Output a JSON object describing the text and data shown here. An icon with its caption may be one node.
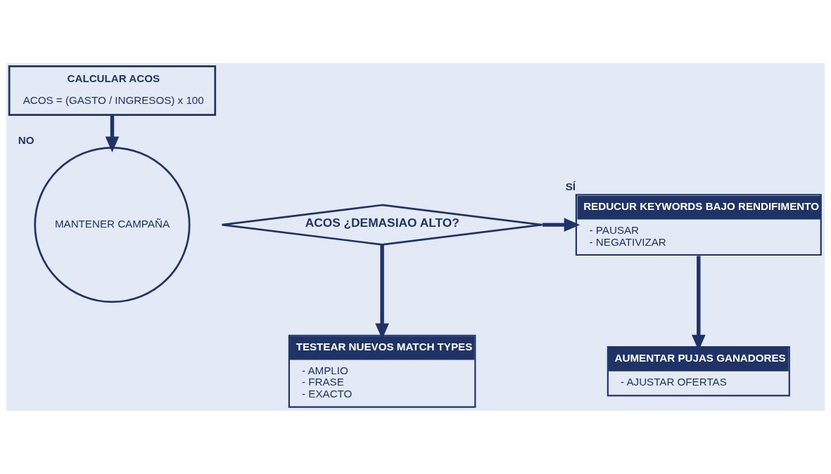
{
  "diagram": {
    "nodes": [
      {
        "text": [
          "CALCULAR ACOS",
          "ACOS = (GASTO / INGRESOS) x 100"
        ]
      },
      {
        "text": [
          "MANTENER CAMPAÑA"
        ],
        "beside": [
          "NO"
        ]
      },
      {
        "text": [
          "ACOS ¿DEMASIAO ALTO?"
        ]
      },
      {
        "text": [
          "REDUCUR KEYWORDS BAJO RENDIFIMENTO",
          "- PAUSAR",
          "- NEGATIVIZAR"
        ],
        "beside": [
          "SÍ"
        ]
      },
      {
        "text": [
          "TESTEAR NUEVOS MATCH TYPES",
          "- AMPLIO",
          "- FRASE",
          "- EXACTO"
        ]
      },
      {
        "text": [
          "AUMENTAR PUJAS GANADORES",
          "- AJUSTAR OFERTAS"
        ]
      }
    ],
    "edges": [
      {
        "from": 0,
        "to": 1,
        "arrow": "to"
      },
      {
        "from": 2,
        "to": 3,
        "arrow": "to"
      },
      {
        "from": 2,
        "to": 4,
        "arrow": "to"
      },
      {
        "from": 3,
        "to": 5,
        "arrow": "to"
      }
    ]
  }
}
